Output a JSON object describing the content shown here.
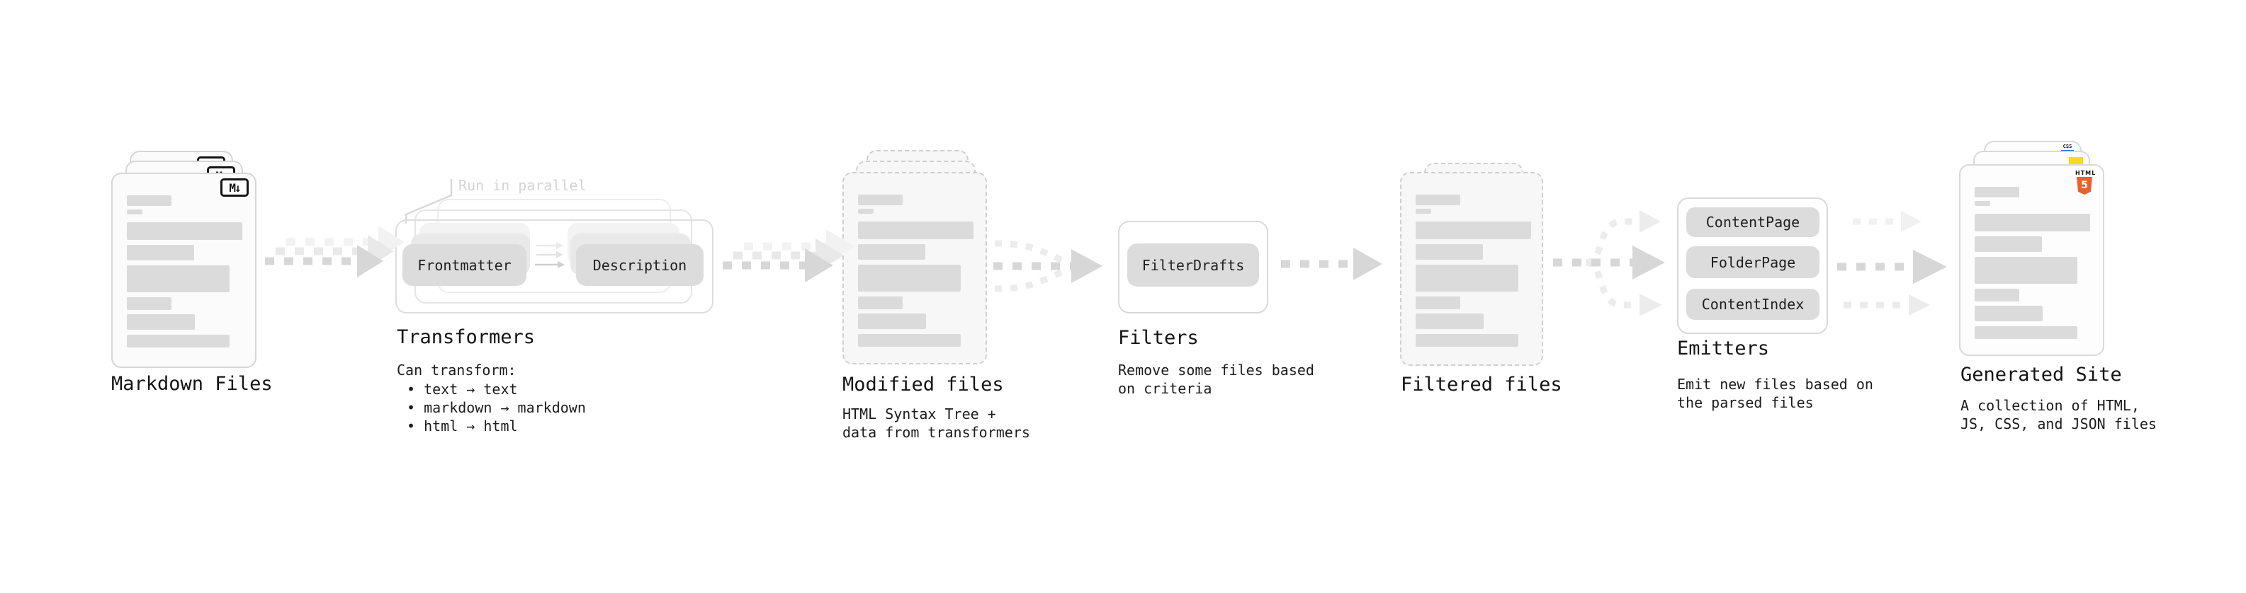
{
  "colors": {
    "background": "#ffffff",
    "card_border": "#d6d6d6",
    "dashed_border": "#cfcfcf",
    "pill_fill": "#dcdcdc",
    "bar_fill": "#dbdbdb",
    "arrow": "#d7d7d7",
    "arrow_faint": "#ececec",
    "title_text": "#141414",
    "body_text": "#1c1c1c",
    "annotation_text": "#d4d4d4",
    "js_yellow": "#f5de19",
    "css_blue": "#2965f1",
    "html5_orange": "#e8622c"
  },
  "stages": {
    "markdown_files": {
      "label": "Markdown Files",
      "badge": "M↓"
    },
    "transformers": {
      "title": "Transformers",
      "annotation": "Run in parallel",
      "pills": [
        "Frontmatter",
        "Description"
      ],
      "desc": [
        "Can transform:"
      ],
      "bullets": [
        "• text → text",
        "• markdown → markdown",
        "• html → html"
      ]
    },
    "modified_files": {
      "label": "Modified files",
      "desc": [
        "HTML Syntax Tree +",
        "data from transformers"
      ]
    },
    "filters": {
      "title": "Filters",
      "pill": "FilterDrafts",
      "desc": [
        "Remove some files based",
        "on criteria"
      ]
    },
    "filtered_files": {
      "label": "Filtered files"
    },
    "emitters": {
      "title": "Emitters",
      "pills": [
        "ContentPage",
        "FolderPage",
        "ContentIndex"
      ],
      "desc": [
        "Emit new files based on",
        "the parsed files"
      ]
    },
    "generated_site": {
      "label": "Generated Site",
      "desc": [
        "A collection of HTML,",
        "JS, CSS, and JSON files"
      ],
      "badges": {
        "html_word": "HTML",
        "html_number": "5",
        "css": "CSS"
      }
    }
  }
}
